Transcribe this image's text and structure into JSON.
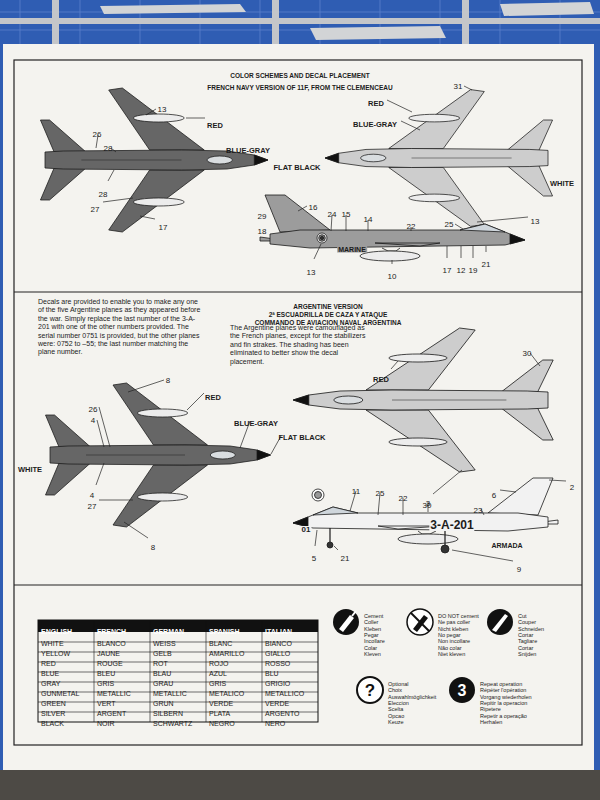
{
  "diagram": {
    "title": "COLOR SCHEMES AND DECAL PLACEMENT",
    "labels": [
      "FRENCH NAVY VERSION OF 11F, FROM THE CLEMENCEAU",
      "13",
      "26",
      "28",
      "RED",
      "BLUE-GRAY",
      "28",
      "FLAT BLACK",
      "27",
      "17",
      "31",
      "RED",
      "BLUE-GRAY",
      "WHITE",
      "13",
      "16",
      "24",
      "15",
      "14",
      "29",
      "18",
      "MARINE",
      "22",
      "25",
      "13",
      "10",
      "17",
      "12",
      "19",
      "21",
      "Decals are provided to enable you to make any one of the five Argentine planes as they appeared before the war. Simply replace the last number of the 3-A-201 with one of the other numbers provided. The serial number 0751 is provided, but the other planes were: 0752 to –55; the last number matching the plane number.",
      "ARGENTINE VERSION",
      "2ª ESCUADRILLA DE CAZA Y ATAQUE",
      "COMMANDO DE AVIACION NAVAL ARGENTINA",
      "The Argentine planes were camouflaged as the French planes, except for the stabilizers and fin strakes. The shading has been eliminated to better show the decal placement.",
      "8",
      "RED",
      "26",
      "4",
      "BLUE-GRAY",
      "FLAT BLACK",
      "WHITE",
      "4",
      "27",
      "8",
      "30",
      "RED",
      "30",
      "2",
      "11",
      "25",
      "22",
      "3",
      "23",
      "6",
      "01",
      "3-A-201",
      "ARMADA",
      "5",
      "21",
      "9",
      "ENGLISH",
      "FRENCH",
      "GERMAN",
      "SPANISH",
      "ITALIAN",
      "WHITE",
      "BLANCO",
      "WEISS",
      "BLANC",
      "BIANCO",
      "YELLOW",
      "JAUNE",
      "GELB",
      "AMARILLO",
      "GIALLO",
      "RED",
      "ROUGE",
      "ROT",
      "ROJO",
      "ROSSO",
      "BLUE",
      "BLEU",
      "BLAU",
      "AZUL",
      "BLU",
      "GRAY",
      "GRIS",
      "GRAU",
      "GRIS",
      "GRIGIO",
      "GUNMETAL",
      "METALLIC",
      "METALLIC",
      "METALICO",
      "METALLICO",
      "GREEN",
      "VERT",
      "GRUN",
      "VERDE",
      "VERDE",
      "SILVER",
      "ARGENT",
      "SILBERN",
      "PLATA",
      "ARGENTO",
      "BLACK",
      "NOIR",
      "SCHWARTZ",
      "NEGRO",
      "NERO",
      "Cement",
      "Coller",
      "Kleben",
      "Pegar",
      "Incollare",
      "Colar",
      "Kleven",
      "DO NOT cement",
      "Ne pas coller",
      "Nicht kleben",
      "No pegar",
      "Non incollare",
      "Não colar",
      "Niet kleven",
      "Cut",
      "Couper",
      "Schneiden",
      "Cortar",
      "Tagliare",
      "Cortar",
      "Snijden",
      "Optional",
      "Choix",
      "Auswahlmöglichkeit",
      "Eleccion",
      "Scelta",
      "Opcao",
      "Keuze",
      "Repeat operation",
      "Répéter l'opération",
      "Vorgang wiederholen",
      "Repitir la operacion",
      "Ripetere",
      "Repetir a operação",
      "Herhalen",
      "?",
      "3"
    ]
  }
}
